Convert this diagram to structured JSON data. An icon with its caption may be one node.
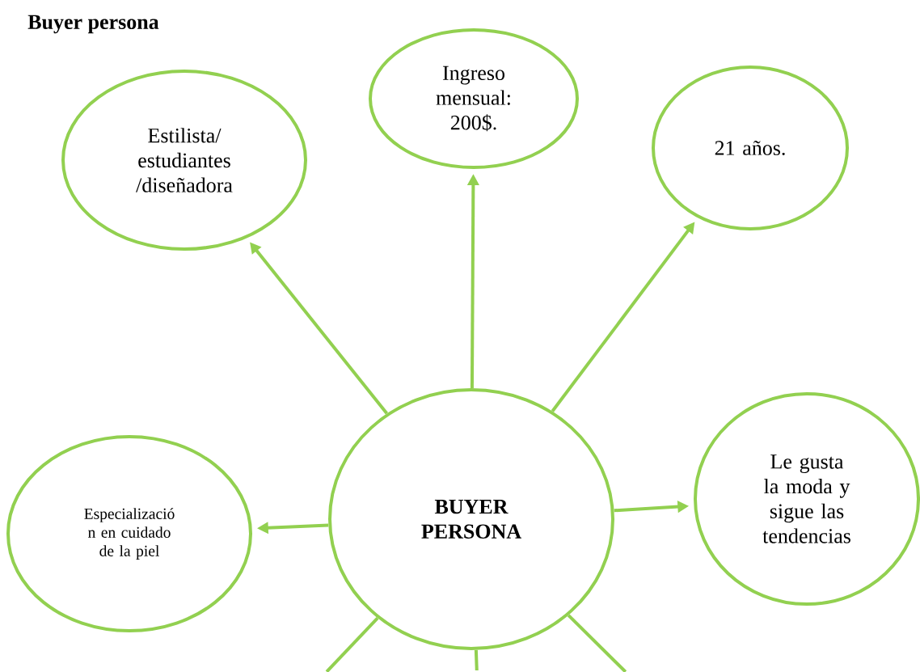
{
  "diagram": {
    "title": "Buyer persona",
    "nodes": [
      {
        "text": [
          "Estilista/ estudiantes /diseñadora"
        ]
      },
      {
        "text": [
          "Ingreso mensual: 200$."
        ]
      },
      {
        "text": [
          "21 años."
        ]
      },
      {
        "text": [
          "Especializació n en cuidado de la piel"
        ]
      },
      {
        "text": [
          "BUYER PERSONA"
        ]
      },
      {
        "text": [
          "Le gusta la moda y sigue las tendencias"
        ]
      }
    ],
    "edges": [
      {
        "from": 4,
        "to": 0,
        "arrow": "to"
      },
      {
        "from": 4,
        "to": 1,
        "arrow": "to"
      },
      {
        "from": 4,
        "to": 2,
        "arrow": "to"
      },
      {
        "from": 4,
        "to": 3,
        "arrow": "to"
      },
      {
        "from": 4,
        "to": 5,
        "arrow": "to"
      },
      {
        "from": 4,
        "to": null,
        "arrow": "none"
      },
      {
        "from": 4,
        "to": null,
        "arrow": "none"
      },
      {
        "from": 4,
        "to": null,
        "arrow": "none"
      }
    ]
  }
}
